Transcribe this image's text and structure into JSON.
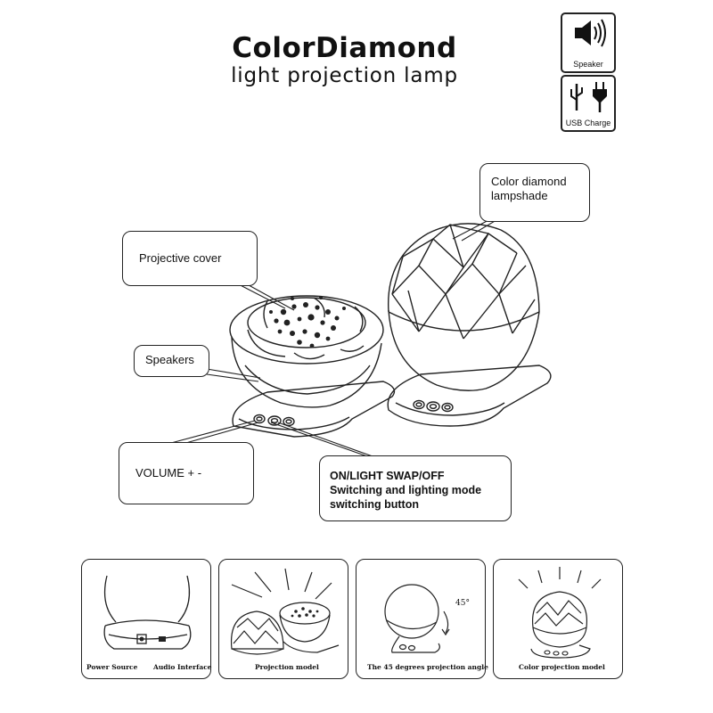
{
  "header": {
    "title": "ColorDiamond",
    "subtitle": "light projection lamp"
  },
  "badges": {
    "speaker": {
      "label": "Speaker",
      "icon": "speaker-icon"
    },
    "usb": {
      "label": "USB  Charge",
      "icon": "usb-charge-icon"
    }
  },
  "callouts": {
    "lampshade": {
      "line1": "Color diamond",
      "line2": "lampshade"
    },
    "projective_cover": {
      "label": "Projective cover"
    },
    "speakers": {
      "label": "Speakers"
    },
    "volume": {
      "label": "VOLUME + -"
    },
    "switch": {
      "line1": "ON/LIGHT SWAP/OFF",
      "line2": "Switching and lighting mode",
      "line3": "switching button"
    }
  },
  "panels": [
    {
      "captions": [
        "Power Source",
        "Audio Interface"
      ]
    },
    {
      "captions": [
        "Projection model"
      ]
    },
    {
      "captions": [
        "The 45 degrees projection angle"
      ],
      "angle_label": "45°"
    },
    {
      "captions": [
        "Color projection model"
      ]
    }
  ]
}
